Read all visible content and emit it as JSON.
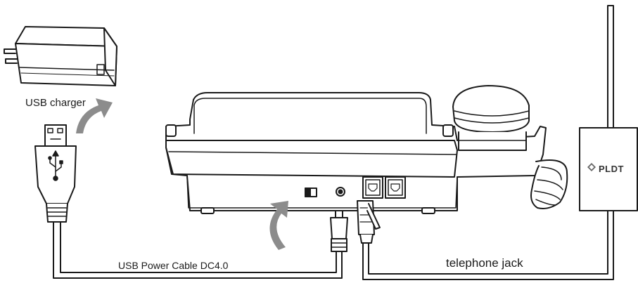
{
  "labels": {
    "usb_charger": "USB charger",
    "power_cable": "USB Power Cable DC4.0",
    "telephone_jack": "telephone jack",
    "wall_box_logo": "PLDT"
  },
  "icons": {
    "usb_symbol": "usb-icon",
    "logo_mark": "pldt-diamond-logo-icon",
    "arrows": "curved-arrow-icon"
  },
  "colors": {
    "line": "#1a1a1a",
    "arrow": "#8c8c8c",
    "background": "#ffffff"
  }
}
